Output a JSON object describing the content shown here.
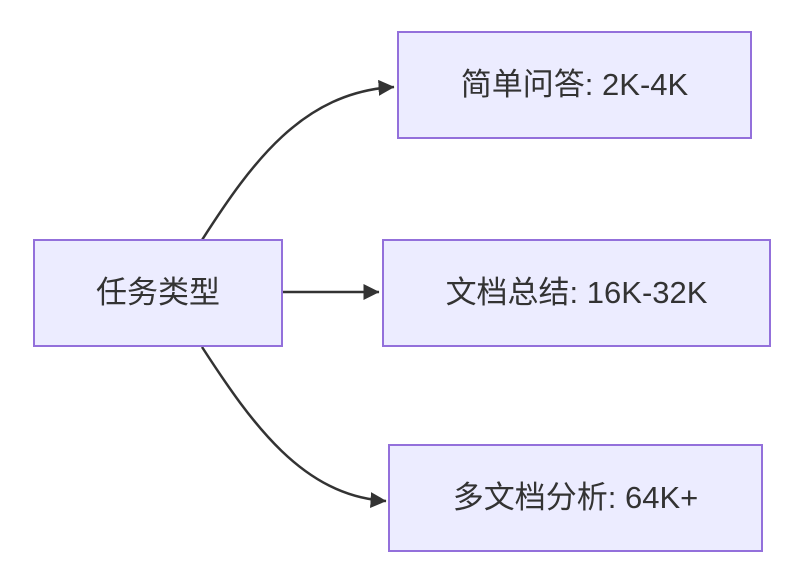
{
  "diagram": {
    "root": {
      "label": "任务类型"
    },
    "branches": [
      {
        "label": "简单问答: 2K-4K"
      },
      {
        "label": "文档总结: 16K-32K"
      },
      {
        "label": "多文档分析: 64K+"
      }
    ],
    "colors": {
      "node_fill": "#ECECFF",
      "node_border": "#9370DB",
      "text": "#333333",
      "arrow": "#333333",
      "background": "#FFFFFF"
    }
  }
}
